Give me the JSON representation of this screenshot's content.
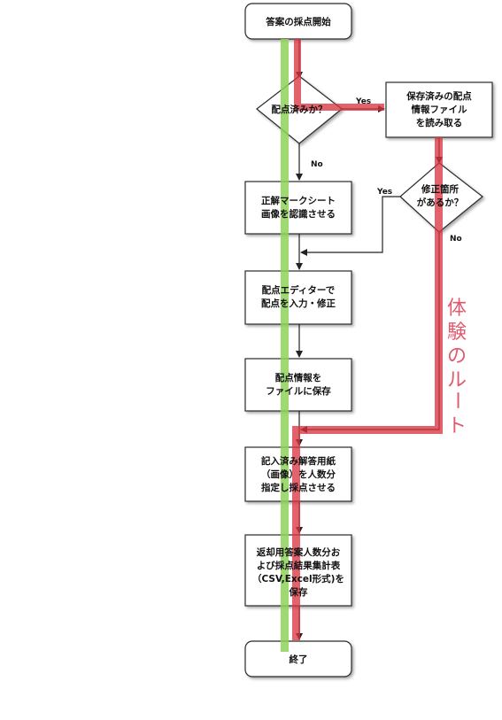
{
  "colors": {
    "green_route": "#8fd35a",
    "red_route": "#d9343f",
    "route_label": "#e05a6e"
  },
  "nodes": {
    "start": [
      "答案の採点開始"
    ],
    "check_scored": [
      "配点済みか？"
    ],
    "read_file": [
      "保存済みの配点",
      "情報ファイル",
      "を読み取る"
    ],
    "has_edits": [
      "修正箇所",
      "があるか？"
    ],
    "recognize": [
      "正解マークシート",
      "画像を認識させる"
    ],
    "editor": [
      "配点エディターで",
      "配点を入力・修正"
    ],
    "save_file": [
      "配点情報を",
      "ファイルに保存"
    ],
    "grade": [
      "記入済み解答用紙",
      "（画像）を人数分",
      "指定し採点させる"
    ],
    "export": [
      "返却用答案人数分お",
      "よび採点結果集計表",
      "（CSV,Excel形式)を",
      "保存"
    ],
    "end": [
      "終了"
    ]
  },
  "edge_labels": {
    "yes1": "Yes",
    "no1": "No",
    "yes2": "Yes",
    "no2": "No"
  },
  "route_label": [
    "体",
    "験",
    "の",
    "ル",
    "ー",
    "ト"
  ]
}
